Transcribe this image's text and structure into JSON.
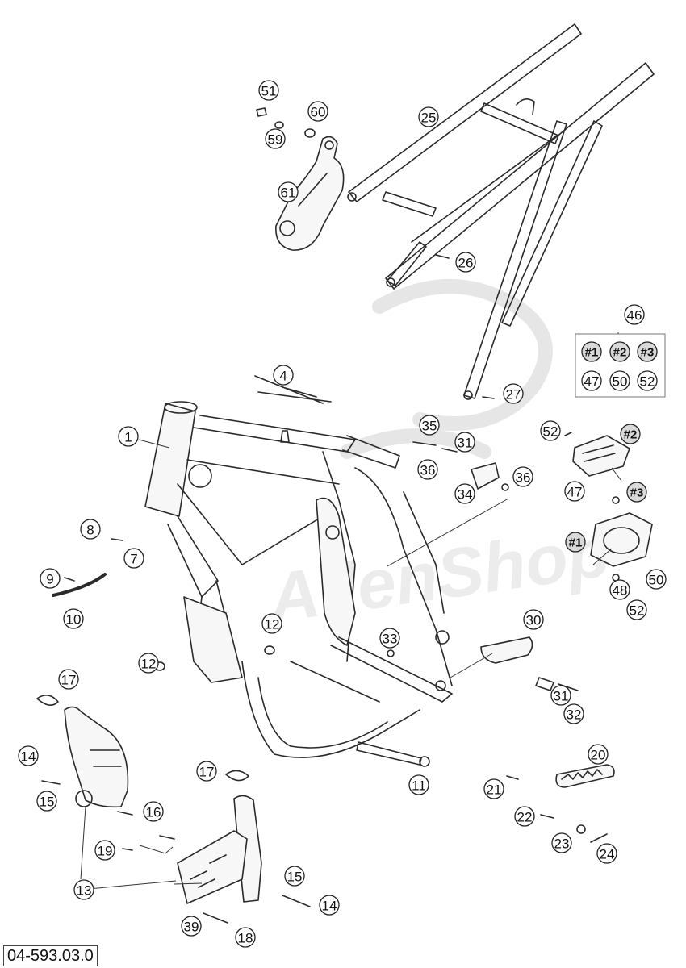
{
  "reference_code": "04-593.03.0",
  "watermark_text": "AllenShop",
  "callouts": [
    {
      "id": "c51",
      "label": "51"
    },
    {
      "id": "c60",
      "label": "60"
    },
    {
      "id": "c59",
      "label": "59"
    },
    {
      "id": "c61",
      "label": "61"
    },
    {
      "id": "c25",
      "label": "25"
    },
    {
      "id": "c26",
      "label": "26"
    },
    {
      "id": "c46",
      "label": "46"
    },
    {
      "id": "c4",
      "label": "4"
    },
    {
      "id": "c27",
      "label": "27"
    },
    {
      "id": "c1",
      "label": "1"
    },
    {
      "id": "c35",
      "label": "35"
    },
    {
      "id": "c31a",
      "label": "31"
    },
    {
      "id": "c36a",
      "label": "36"
    },
    {
      "id": "c36b",
      "label": "36"
    },
    {
      "id": "c34",
      "label": "34"
    },
    {
      "id": "c52a",
      "label": "52"
    },
    {
      "id": "c2b",
      "label": "#2"
    },
    {
      "id": "c47b",
      "label": "47"
    },
    {
      "id": "c3b",
      "label": "#3"
    },
    {
      "id": "c1b",
      "label": "#1"
    },
    {
      "id": "c48",
      "label": "48"
    },
    {
      "id": "c50b",
      "label": "50"
    },
    {
      "id": "c52b",
      "label": "52"
    },
    {
      "id": "c8",
      "label": "8"
    },
    {
      "id": "c7",
      "label": "7"
    },
    {
      "id": "c9",
      "label": "9"
    },
    {
      "id": "c10",
      "label": "10"
    },
    {
      "id": "c12a",
      "label": "12"
    },
    {
      "id": "c12b",
      "label": "12"
    },
    {
      "id": "c33",
      "label": "33"
    },
    {
      "id": "c30",
      "label": "30"
    },
    {
      "id": "c31b",
      "label": "31"
    },
    {
      "id": "c32",
      "label": "32"
    },
    {
      "id": "c17a",
      "label": "17"
    },
    {
      "id": "c14a",
      "label": "14"
    },
    {
      "id": "c15a",
      "label": "15"
    },
    {
      "id": "c16",
      "label": "16"
    },
    {
      "id": "c17b",
      "label": "17"
    },
    {
      "id": "c11",
      "label": "11"
    },
    {
      "id": "c20",
      "label": "20"
    },
    {
      "id": "c21",
      "label": "21"
    },
    {
      "id": "c22",
      "label": "22"
    },
    {
      "id": "c23",
      "label": "23"
    },
    {
      "id": "c24",
      "label": "24"
    },
    {
      "id": "c19",
      "label": "19"
    },
    {
      "id": "c13",
      "label": "13"
    },
    {
      "id": "c15b",
      "label": "15"
    },
    {
      "id": "c14b",
      "label": "14"
    },
    {
      "id": "c39",
      "label": "39"
    },
    {
      "id": "c18",
      "label": "18"
    }
  ],
  "kit_box": [
    {
      "id": "k1",
      "label": "#1"
    },
    {
      "id": "k2",
      "label": "#2"
    },
    {
      "id": "k3",
      "label": "#3"
    },
    {
      "id": "k47",
      "label": "47"
    },
    {
      "id": "k50",
      "label": "50"
    },
    {
      "id": "k52",
      "label": "52"
    }
  ]
}
